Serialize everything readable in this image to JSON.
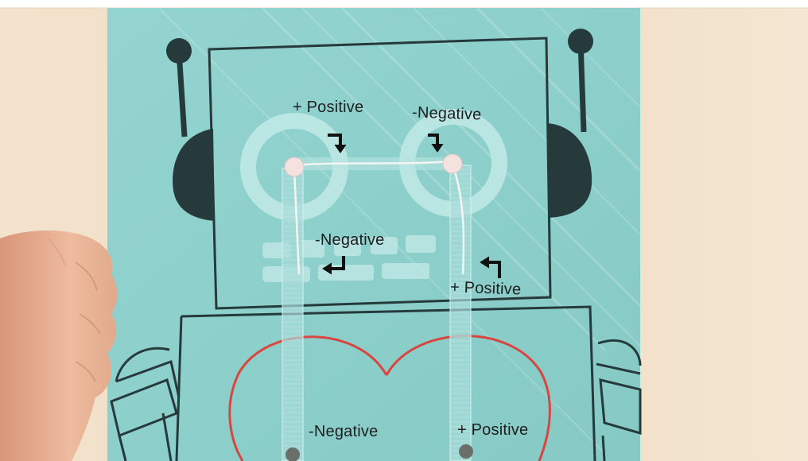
{
  "colors": {
    "card": "#8fd0cc",
    "robot_dark": "#263a3c",
    "heart": "#d9463f",
    "wood": "#f1dfc6",
    "skin": "#e9b497"
  },
  "labels": {
    "top_positive": "+ Positive",
    "top_negative": "-Negative",
    "mid_negative": "-Negative",
    "mid_positive": "+ Positive",
    "bottom_negative": "-Negative",
    "bottom_positive": "+ Positive"
  },
  "icons": {
    "top_positive_arrow": "arrow-turn-down-right-icon",
    "top_negative_arrow": "arrow-turn-down-right-icon",
    "mid_negative_arrow": "arrow-turn-left-icon",
    "mid_positive_arrow": "arrow-turn-left-up-icon"
  }
}
